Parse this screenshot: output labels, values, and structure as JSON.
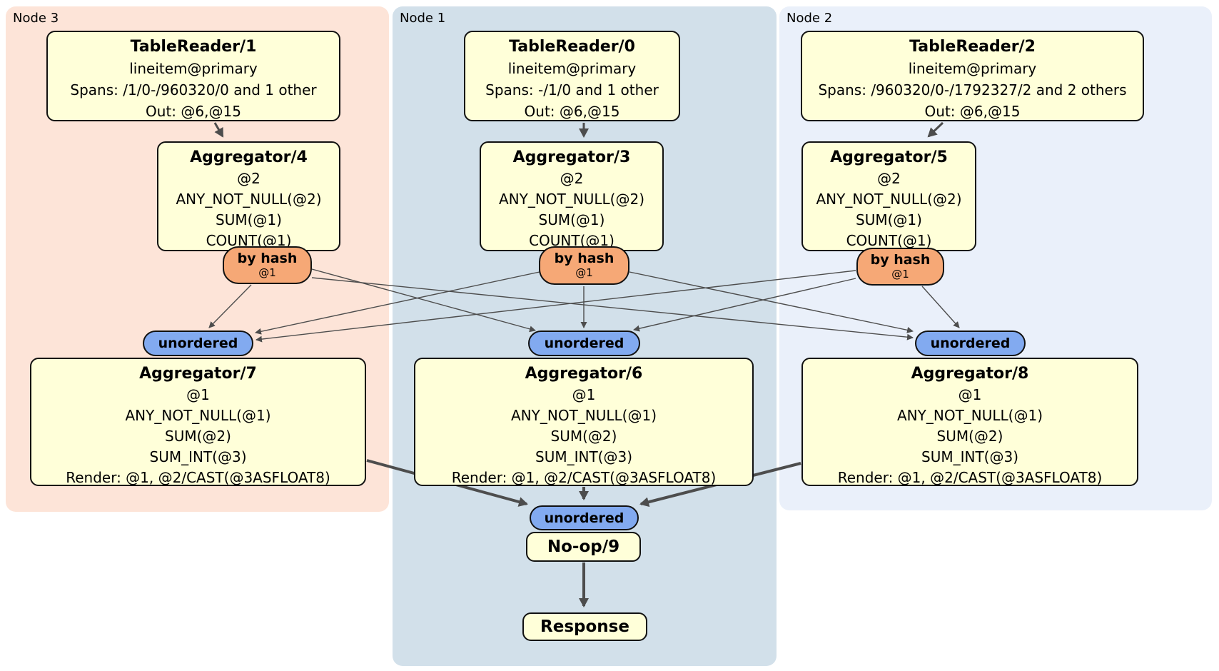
{
  "colors": {
    "node3_bg": "#fde4d8",
    "node1_bg": "#d2e0ea",
    "node2_bg": "#eaf0fa",
    "box_bg": "#ffffd9",
    "router_bg": "#f6a876",
    "sync_bg": "#82aaf0",
    "edge": "#4d4d4d"
  },
  "regions": [
    {
      "label": "Node 3"
    },
    {
      "label": "Node 1"
    },
    {
      "label": "Node 2"
    }
  ],
  "router": {
    "label": "by hash",
    "key": "@1"
  },
  "sync": {
    "label": "unordered"
  },
  "processors": {
    "tr1": {
      "title": "TableReader/1",
      "lines": [
        "lineitem@primary",
        "Spans: /1/0-/960320/0 and 1 other",
        "Out: @6,@15"
      ]
    },
    "tr0": {
      "title": "TableReader/0",
      "lines": [
        "lineitem@primary",
        "Spans: -/1/0 and 1 other",
        "Out: @6,@15"
      ]
    },
    "tr2": {
      "title": "TableReader/2",
      "lines": [
        "lineitem@primary",
        "Spans: /960320/0-/1792327/2 and 2 others",
        "Out: @6,@15"
      ]
    },
    "agg4": {
      "title": "Aggregator/4",
      "lines": [
        "@2",
        "ANY_NOT_NULL(@2)",
        "SUM(@1)",
        "COUNT(@1)"
      ]
    },
    "agg3": {
      "title": "Aggregator/3",
      "lines": [
        "@2",
        "ANY_NOT_NULL(@2)",
        "SUM(@1)",
        "COUNT(@1)"
      ]
    },
    "agg5": {
      "title": "Aggregator/5",
      "lines": [
        "@2",
        "ANY_NOT_NULL(@2)",
        "SUM(@1)",
        "COUNT(@1)"
      ]
    },
    "agg7": {
      "title": "Aggregator/7",
      "lines": [
        "@1",
        "ANY_NOT_NULL(@1)",
        "SUM(@2)",
        "SUM_INT(@3)",
        "Render: @1, @2/CAST(@3ASFLOAT8)"
      ]
    },
    "agg6": {
      "title": "Aggregator/6",
      "lines": [
        "@1",
        "ANY_NOT_NULL(@1)",
        "SUM(@2)",
        "SUM_INT(@3)",
        "Render: @1, @2/CAST(@3ASFLOAT8)"
      ]
    },
    "agg8": {
      "title": "Aggregator/8",
      "lines": [
        "@1",
        "ANY_NOT_NULL(@1)",
        "SUM(@2)",
        "SUM_INT(@3)",
        "Render: @1, @2/CAST(@3ASFLOAT8)"
      ]
    },
    "noop": {
      "title": "No-op/9"
    },
    "response": {
      "title": "Response"
    }
  }
}
